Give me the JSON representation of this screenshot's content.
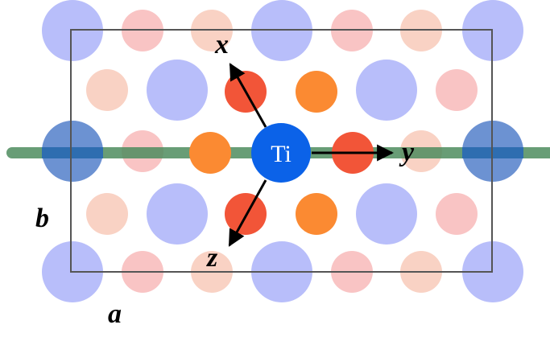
{
  "diagram": {
    "center_atom_label": "Ti",
    "axes": {
      "x": "x",
      "y": "y",
      "z": "z"
    },
    "lattice_labels": {
      "a": "a",
      "b": "b"
    }
  },
  "colors": {
    "blue_faint": "#b8befa",
    "pink_faint": "#f9c4c4",
    "peach_faint": "#f9d2c4",
    "red": "#f25538",
    "orange": "#fb8a32",
    "ti": "#0b62e8",
    "chain_green": "#4e8c5e",
    "chain_blue": "#2e6db0",
    "cell_border": "#555555",
    "arrow": "#000000"
  }
}
